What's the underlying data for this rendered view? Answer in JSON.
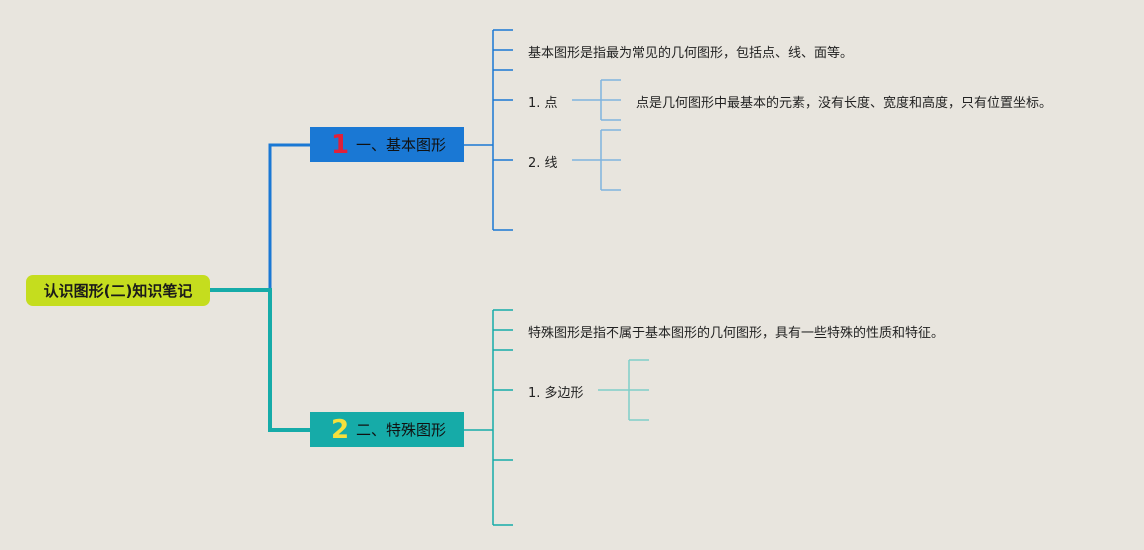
{
  "root": {
    "label": "认识图形(二)知识笔记"
  },
  "branch1": {
    "badge": "1",
    "label": "一、基本图形",
    "definition": "基本图形是指最为常见的几何图形，包括点、线、面等。",
    "items": [
      {
        "label": "1. 点",
        "detail": "点是几何图形中最基本的元素，没有长度、宽度和高度，只有位置坐标。"
      },
      {
        "label": "2. 线"
      }
    ]
  },
  "branch2": {
    "badge": "2",
    "label": "二、特殊图形",
    "definition": "特殊图形是指不属于基本图形的几何图形，具有一些特殊的性质和特征。",
    "items": [
      {
        "label": "1. 多边形"
      }
    ]
  },
  "colors": {
    "background": "#e8e5de",
    "root": "#c5dd1e",
    "branch1": "#1a78d4",
    "branch2": "#16aba8",
    "branch1_lines": "#7fb3de",
    "branch2_lines": "#7fcfc9",
    "badge1": "#e0203a",
    "badge2": "#f5e03c"
  }
}
